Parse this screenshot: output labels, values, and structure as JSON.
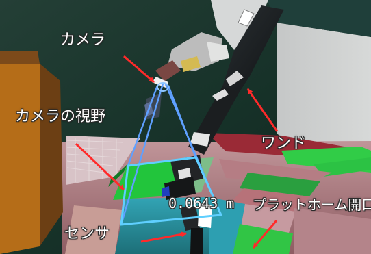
{
  "labels": {
    "camera": "カメラ",
    "camera_fov": "カメラの視野",
    "wand": "ワンド",
    "sensor": "センサ",
    "platform_opening": "プラットホーム開口"
  },
  "readout": {
    "value": "0.0643 m"
  },
  "colors": {
    "annotation_arrow": "#ff2a2a",
    "fov_outline": "#5fa0ff",
    "scene_background": "#1d3a30",
    "floor_green": "#22c53c",
    "floor_pink": "#c6898f",
    "floor_red": "#8a2a35",
    "cyan_surface": "#2b8b9b",
    "text": "#ffffff"
  },
  "icons": {
    "camera": "camera-icon",
    "sensor": "sensor-icon",
    "wand": "wand-arm-icon"
  }
}
